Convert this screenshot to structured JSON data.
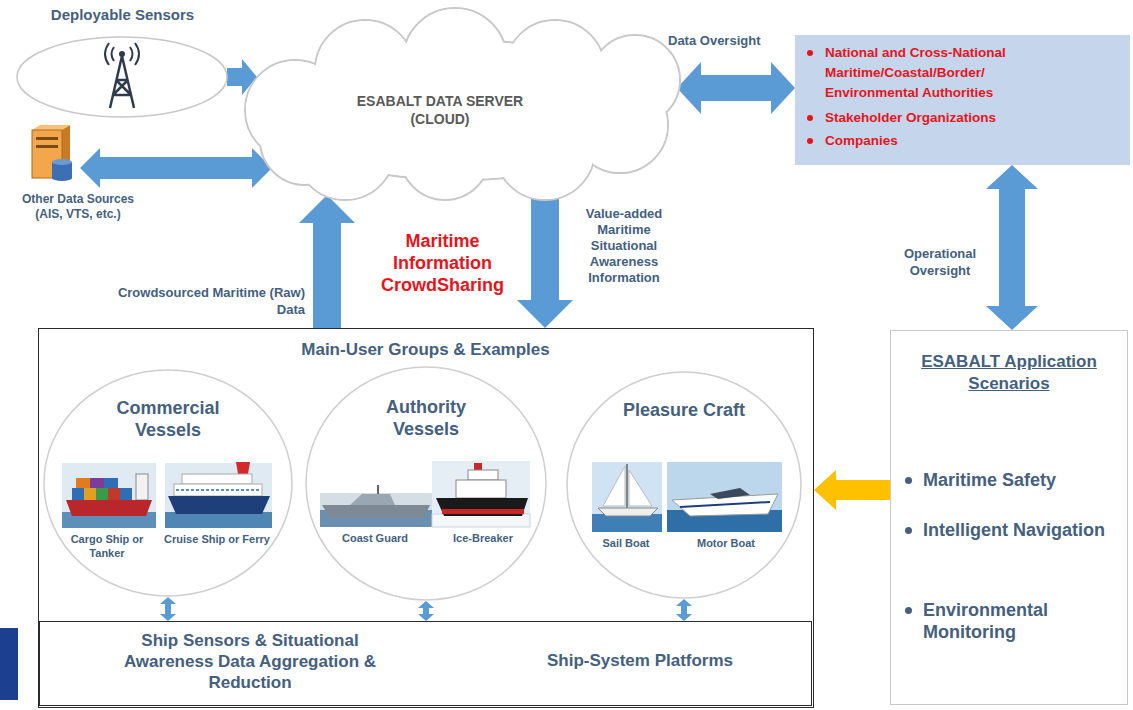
{
  "diagram": {
    "nodes": [
      {
        "text": [
          "Deployable Sensors"
        ]
      },
      {
        "text": [
          "ESABALT DATA SERVER (CLOUD)"
        ]
      },
      {
        "text": [
          "Other Data Sources (AIS, VTS, etc.)"
        ]
      },
      {
        "text": [
          "National and Cross-National Maritime/Coastal/Border/ Environmental Authorities",
          "Stakeholder Organizations",
          "Companies"
        ]
      },
      {
        "text": [
          "Main-User Groups & Examples"
        ]
      },
      {
        "text": [
          "Commercial Vessels",
          "Cargo Ship or Tanker",
          "Cruise Ship or Ferry"
        ],
        "in": 4
      },
      {
        "text": [
          "Authority Vessels",
          "Coast Guard",
          "Ice-Breaker"
        ],
        "in": 4
      },
      {
        "text": [
          "Pleasure Craft",
          "Sail Boat",
          "Motor Boat"
        ],
        "in": 4
      },
      {
        "text": [
          "Ship Sensors & Situational Awareness Data Aggregation & Reduction",
          "Ship-System Platforms"
        ],
        "in": 4
      },
      {
        "text": [
          "ESABALT Application Scenarios",
          "Maritime Safety",
          "Intelligent Navigation",
          "Environmental Monitoring"
        ]
      }
    ],
    "edges": [
      {
        "from": 0,
        "to": 1,
        "arrow": "to"
      },
      {
        "from": 2,
        "to": 1,
        "arrow": "both"
      },
      {
        "from": 1,
        "to": 3,
        "label": "Data Oversight",
        "arrow": "both"
      },
      {
        "from": 3,
        "to": 9,
        "label": "Operational Oversight",
        "arrow": "both"
      },
      {
        "from": 9,
        "to": 4,
        "arrow": "to"
      },
      {
        "from": 4,
        "to": 1,
        "label": "Crowdsourced Maritime (Raw) Data",
        "arrow": "to"
      },
      {
        "from": 1,
        "to": 4,
        "label": "Value-added Maritime Situational Awareness Information",
        "arrow": "to"
      },
      {
        "from": 5,
        "to": 8,
        "arrow": "both"
      },
      {
        "from": 6,
        "to": 8,
        "arrow": "both"
      },
      {
        "from": 7,
        "to": 8,
        "arrow": "both"
      }
    ],
    "labels": [
      "Maritime Information CrowdSharing"
    ]
  }
}
